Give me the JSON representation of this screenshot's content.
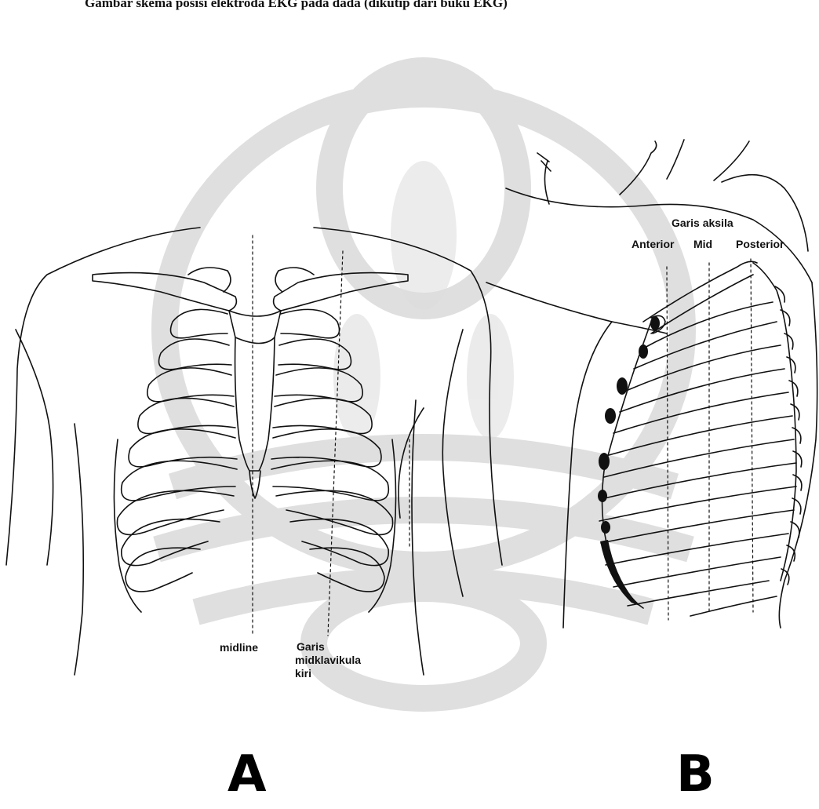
{
  "header": {
    "text": "Gambar skema posisi elektroda EKG pada dada (dikutip dari buku EKG)"
  },
  "panel_a": {
    "label": "A",
    "midline_label": "midline",
    "mcl_label_line1": "Garis",
    "mcl_label_line2": "midklavikula",
    "mcl_label_line3": "kiri"
  },
  "panel_b": {
    "label": "B",
    "axillary_title": "Garis aksila",
    "anterior_label": "Anterior",
    "mid_label": "Mid",
    "posterior_label": "Posterior"
  },
  "colors": {
    "line": "#111111",
    "watermark": "#d9d9d9",
    "electrode": "#111111"
  }
}
